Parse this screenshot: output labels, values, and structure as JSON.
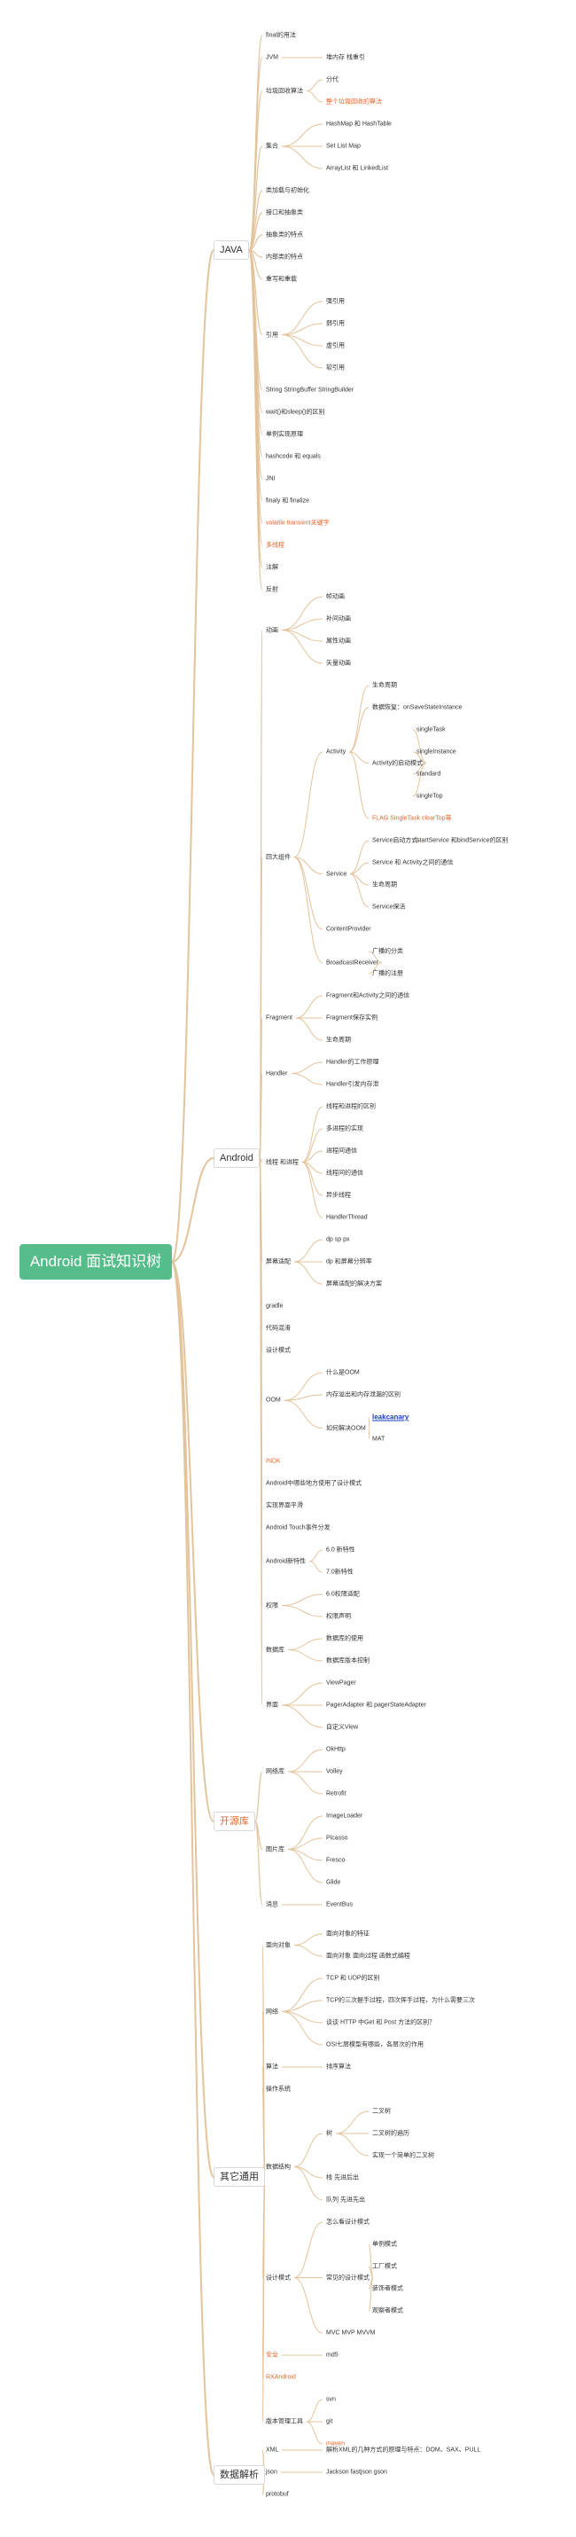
{
  "root": {
    "label": "Android 面试知识树"
  },
  "colors": {
    "link": "#e3c39b",
    "highlight": "#e8652b",
    "root_bg": "#56bc8a"
  },
  "branches": [
    {
      "label": "JAVA",
      "children": [
        {
          "label": "final的用法"
        },
        {
          "label": "JVM",
          "children": [
            {
              "label": "堆内存 栈重引"
            }
          ]
        },
        {
          "label": "垃圾回收算法",
          "children": [
            {
              "label": "分代"
            },
            {
              "label": "整个垃圾回收的算法",
              "highlight": true
            }
          ]
        },
        {
          "label": "集合",
          "children": [
            {
              "label": "HashMap 和 HashTable"
            },
            {
              "label": "Set List Map"
            },
            {
              "label": "ArrayList 和 LinkedList"
            }
          ]
        },
        {
          "label": "类加载与初始化"
        },
        {
          "label": "接口和抽象类"
        },
        {
          "label": "抽象类的特点"
        },
        {
          "label": "内部类的特点"
        },
        {
          "label": "重写和重载"
        },
        {
          "label": "引用",
          "children": [
            {
              "label": "强引用"
            },
            {
              "label": "弱引用"
            },
            {
              "label": "虚引用"
            },
            {
              "label": "软引用"
            }
          ]
        },
        {
          "label": "String StringBuffer StringBuilder"
        },
        {
          "label": "wait()和sleep()的区别"
        },
        {
          "label": "单例实现原理"
        },
        {
          "label": "hashcode 和 equals"
        },
        {
          "label": "JNI"
        },
        {
          "label": "finaly 和 finalize"
        },
        {
          "label": "volatile  transient关键字",
          "highlight": true
        },
        {
          "label": "多线程",
          "highlight": true
        },
        {
          "label": "注解"
        },
        {
          "label": "反射"
        }
      ]
    },
    {
      "label": "Android",
      "children": [
        {
          "label": "动画",
          "children": [
            {
              "label": "帧动画"
            },
            {
              "label": "补间动画"
            },
            {
              "label": "属性动画"
            },
            {
              "label": "矢量动画"
            }
          ]
        },
        {
          "label": "四大组件",
          "children": [
            {
              "label": "Activity",
              "children": [
                {
                  "label": "生命周期"
                },
                {
                  "label": "数据恢复：onSaveStateInstance"
                },
                {
                  "label": "Activity的启动模式",
                  "children": [
                    {
                      "label": "singleTask"
                    },
                    {
                      "label": "singleInstance"
                    },
                    {
                      "label": "standard"
                    },
                    {
                      "label": "singleTop"
                    }
                  ]
                },
                {
                  "label": "FLAG SingleTask clearTop等",
                  "highlight": true
                }
              ]
            },
            {
              "label": "Service",
              "children": [
                {
                  "label": "Service启动方式",
                  "children": [
                    {
                      "label": "startService 和bindService的区别"
                    }
                  ]
                },
                {
                  "label": "Service 和 Activity之间的通信"
                },
                {
                  "label": "生命周期"
                },
                {
                  "label": "Service保活"
                }
              ]
            },
            {
              "label": "ContentProvider"
            },
            {
              "label": "BroadcastReceiver",
              "children": [
                {
                  "label": "广播的分类"
                },
                {
                  "label": "广播的注册"
                }
              ]
            }
          ]
        },
        {
          "label": "Fragment",
          "children": [
            {
              "label": "Fragment和Activity之间的通信"
            },
            {
              "label": "Fragment保存实例"
            },
            {
              "label": "生命周期"
            }
          ]
        },
        {
          "label": "Handler",
          "children": [
            {
              "label": "Handler的工作原理"
            },
            {
              "label": "Handler引发内存泄"
            }
          ]
        },
        {
          "label": "线程 和进程",
          "children": [
            {
              "label": "线程和进程的区别"
            },
            {
              "label": "多进程的实现"
            },
            {
              "label": "进程间通信"
            },
            {
              "label": "线程间的通信"
            },
            {
              "label": "异步线程"
            },
            {
              "label": "HandlerThread"
            }
          ]
        },
        {
          "label": "屏幕适配",
          "children": [
            {
              "label": "dp sp px"
            },
            {
              "label": "dp 和屏幕分辨率"
            },
            {
              "label": "屏幕适配的解决方案"
            }
          ]
        },
        {
          "label": "gradle"
        },
        {
          "label": "代码混淆"
        },
        {
          "label": "设计模式"
        },
        {
          "label": "OOM",
          "children": [
            {
              "label": "什么是OOM"
            },
            {
              "label": "内存溢出和内存泄漏的区别"
            },
            {
              "label": "如何解决OOM",
              "children": [
                {
                  "label": "leakcanary",
                  "link": true
                },
                {
                  "label": "MAT"
                }
              ]
            }
          ]
        },
        {
          "label": "INDK",
          "highlight": true
        },
        {
          "label": "Android中哪些地方使用了设计模式"
        },
        {
          "label": "实现界面平滑"
        },
        {
          "label": "Android Touch事件分发"
        },
        {
          "label": "Android新特性",
          "children": [
            {
              "label": "6.0 新特性"
            },
            {
              "label": "7.0新特性"
            }
          ]
        },
        {
          "label": "权限",
          "children": [
            {
              "label": "6.0权限适配"
            },
            {
              "label": "权限声明"
            }
          ]
        },
        {
          "label": "数据库",
          "children": [
            {
              "label": "数据库的使用"
            },
            {
              "label": "数据库版本控制"
            }
          ]
        },
        {
          "label": "界面",
          "children": [
            {
              "label": "ViewPager"
            },
            {
              "label": "PagerAdapter 和 pagerStateAdapter"
            },
            {
              "label": "自定义View"
            }
          ]
        }
      ]
    },
    {
      "label": "开源库",
      "highlight": true,
      "children": [
        {
          "label": "网络库",
          "children": [
            {
              "label": "OkHttp"
            },
            {
              "label": "Volley"
            },
            {
              "label": "Retrofit"
            }
          ]
        },
        {
          "label": "图片库",
          "children": [
            {
              "label": "ImageLoader"
            },
            {
              "label": "Picasso"
            },
            {
              "label": "Fresco"
            },
            {
              "label": "Glide"
            }
          ]
        },
        {
          "label": "消息",
          "children": [
            {
              "label": "EventBus"
            }
          ]
        }
      ]
    },
    {
      "label": "其它通用",
      "children": [
        {
          "label": "面向对象",
          "children": [
            {
              "label": "面向对象的特征"
            },
            {
              "label": "面向对象 面向过程 函数式编程"
            }
          ]
        },
        {
          "label": "网络",
          "children": [
            {
              "label": "TCP 和 UDP的区别"
            },
            {
              "label": "TCP的三次握手过程，四次挥手过程，为什么需要三次"
            },
            {
              "label": "谈谈 HTTP 中Get 和 Post 方法的区别？"
            },
            {
              "label": "OSI七层模型有哪些，各层次的作用"
            }
          ]
        },
        {
          "label": "算法",
          "children": [
            {
              "label": "排序算法"
            }
          ]
        },
        {
          "label": "操作系统"
        },
        {
          "label": "数据结构",
          "children": [
            {
              "label": "树",
              "children": [
                {
                  "label": "二叉树"
                },
                {
                  "label": "二叉树的遍历"
                },
                {
                  "label": "实现一个简单的二叉树"
                }
              ]
            },
            {
              "label": "栈  先进后出"
            },
            {
              "label": "队列  先进先出"
            }
          ]
        },
        {
          "label": "设计模式",
          "children": [
            {
              "label": "怎么看设计模式"
            },
            {
              "label": "常见的设计模式",
              "children": [
                {
                  "label": "单例模式"
                },
                {
                  "label": "工厂模式"
                },
                {
                  "label": "装饰者模式"
                },
                {
                  "label": "观察者模式"
                }
              ]
            },
            {
              "label": "MVC MVP MVVM"
            }
          ]
        },
        {
          "label": "安全",
          "highlight": true,
          "children": [
            {
              "label": "md5"
            }
          ]
        },
        {
          "label": "RXAndroid",
          "highlight": true
        },
        {
          "label": "版本管理工具",
          "children": [
            {
              "label": "svn"
            },
            {
              "label": "git"
            },
            {
              "label": "maven",
              "highlight": true
            }
          ]
        }
      ]
    },
    {
      "label": "数据解析",
      "children": [
        {
          "label": "XML",
          "children": [
            {
              "label": "解析XML的几种方式的原理与特点：DOM、SAX、PULL"
            }
          ]
        },
        {
          "label": "json",
          "children": [
            {
              "label": "Jackson fastjson gson"
            }
          ]
        },
        {
          "label": "protobuf"
        }
      ]
    }
  ]
}
